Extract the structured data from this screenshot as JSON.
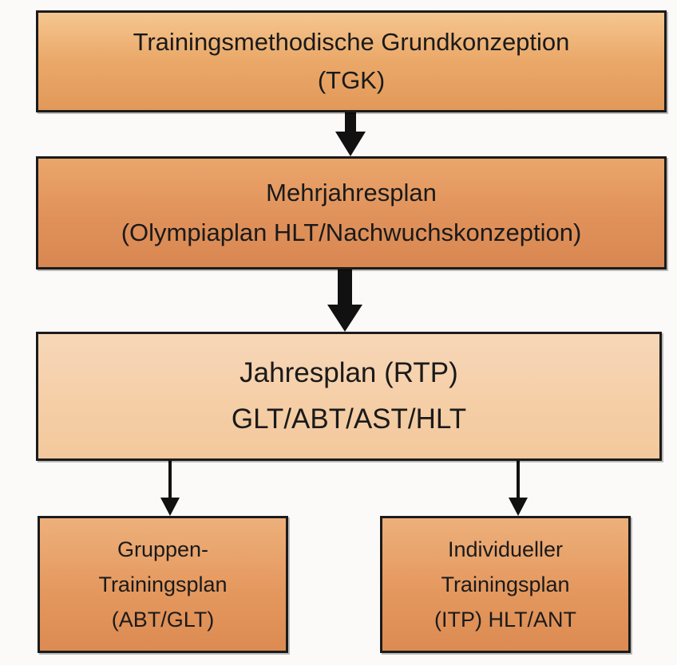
{
  "nodes": {
    "tgk": {
      "lines": [
        "Trainingsmethodische Grundkonzeption",
        "(TGK)"
      ]
    },
    "mehrjahresplan": {
      "lines": [
        "Mehrjahresplan",
        "(Olympiaplan HLT/Nachwuchskonzeption)"
      ]
    },
    "jahresplan": {
      "lines": [
        "Jahresplan (RTP)",
        "GLT/ABT/AST/HLT"
      ]
    },
    "gruppen_trainingsplan": {
      "lines": [
        "Gruppen-",
        "Trainingsplan",
        "(ABT/GLT)"
      ]
    },
    "individueller_trainingsplan": {
      "lines": [
        "Individueller",
        "Trainingsplan",
        "(ITP) HLT/ANT"
      ]
    }
  },
  "edges": [
    {
      "from": "tgk",
      "to": "mehrjahresplan"
    },
    {
      "from": "mehrjahresplan",
      "to": "jahresplan"
    },
    {
      "from": "jahresplan",
      "to": "gruppen_trainingsplan"
    },
    {
      "from": "jahresplan",
      "to": "individueller_trainingsplan"
    }
  ],
  "colors": {
    "box_dark_orange": "#e2995a",
    "box_light_peach": "#f5cfa8",
    "border": "#1b1b1b",
    "arrow": "#111111"
  }
}
